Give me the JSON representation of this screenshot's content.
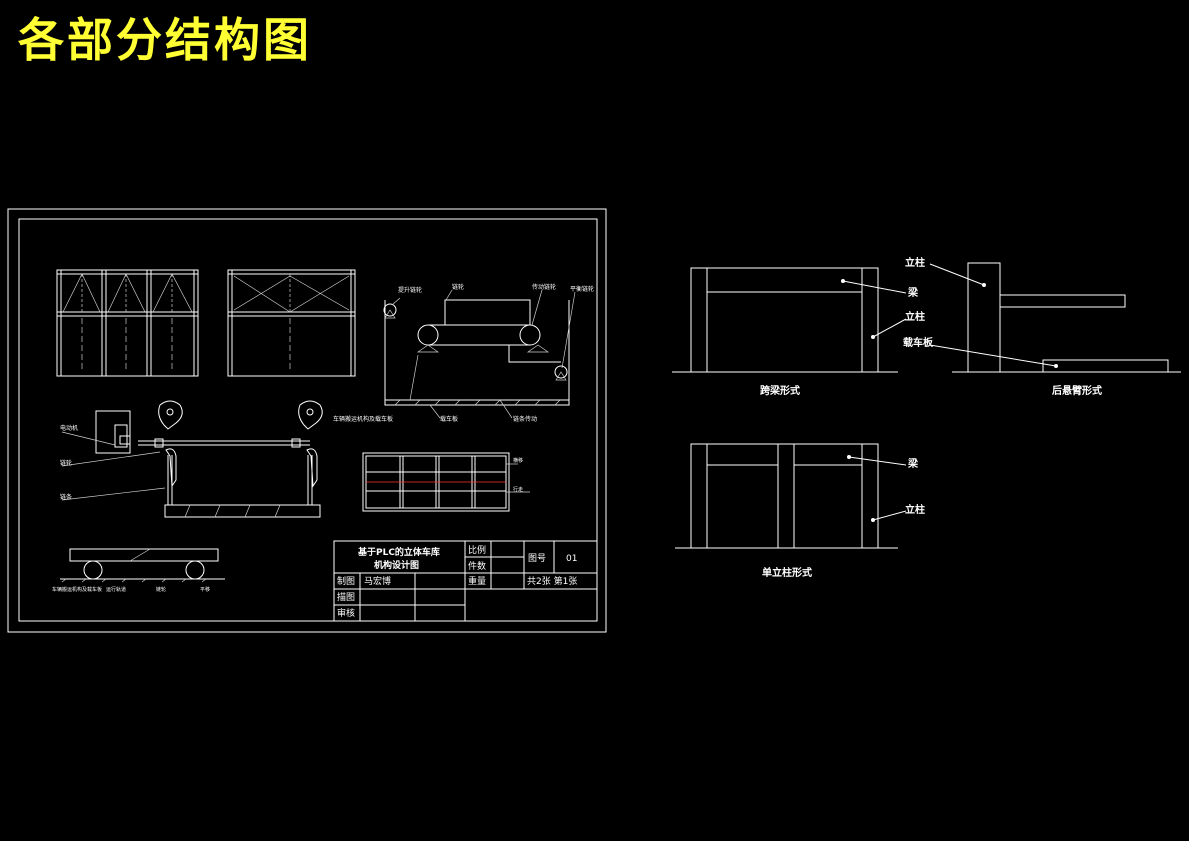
{
  "title": "各部分结构图",
  "colors": {
    "background": "#000000",
    "title": "#ffff33",
    "lines": "#ffffff",
    "accent": "#ff3333"
  },
  "sheet": {
    "small_labels": {
      "a": "电动机",
      "b": "链轮",
      "c": "链条",
      "d": "提升链轮",
      "e": "平衡链轮",
      "f": "链轮",
      "g": "传动链轮",
      "h": "车辆搬运机构及载车板",
      "i": "载车板",
      "j": "链条传动",
      "k": "横移",
      "l": "行走",
      "m": "运行轨道",
      "n": "平移"
    },
    "title_block": {
      "project_line1": "基于PLC的立体车库",
      "project_line2": "机构设计图",
      "scale_label": "比例",
      "qty_label": "件数",
      "drawing_no_label": "图号",
      "drawing_no": "01",
      "drawn_label": "制图",
      "drawn_by": "马宏博",
      "weight_label": "重量",
      "sheets": "共2张  第1张",
      "trace_label": "描图",
      "review_label": "审核"
    }
  },
  "details": {
    "beam_type": {
      "caption": "跨梁形式",
      "beam_label": "梁",
      "column_label": "立柱"
    },
    "cantilever_type": {
      "caption": "后悬臂形式",
      "column_label": "立柱",
      "plate_label": "载车板"
    },
    "single_column_type": {
      "caption": "单立柱形式",
      "beam_label": "梁",
      "column_label": "立柱"
    }
  }
}
